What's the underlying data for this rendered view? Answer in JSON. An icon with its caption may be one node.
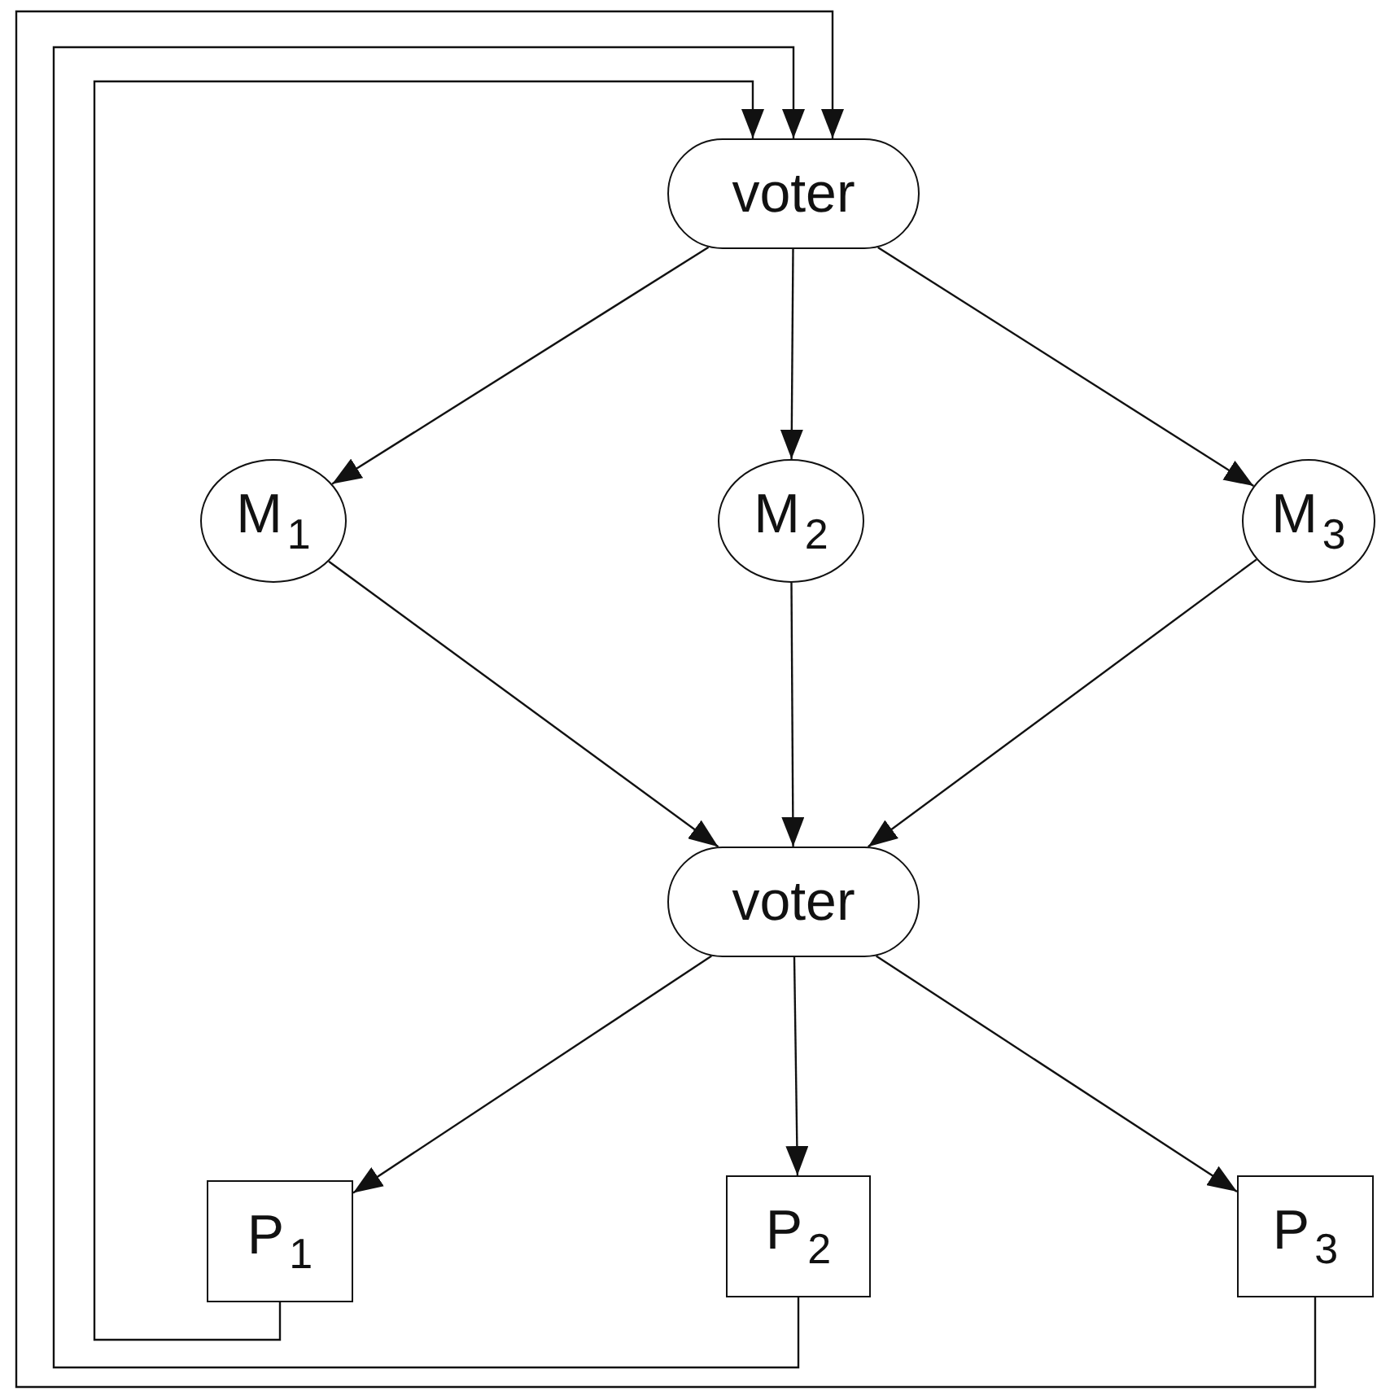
{
  "diagram": {
    "nodes": [
      {
        "text": [
          "voter"
        ]
      },
      {
        "text": [
          "M$_{1}$"
        ]
      },
      {
        "text": [
          "M$_{2}$"
        ]
      },
      {
        "text": [
          "M$_{3}$"
        ]
      },
      {
        "text": [
          "voter"
        ]
      },
      {
        "text": [
          "P$_{1}$"
        ]
      },
      {
        "text": [
          "P$_{2}$"
        ]
      },
      {
        "text": [
          "P$_{3}$"
        ]
      }
    ],
    "edges": [
      {
        "from": 0,
        "to": 1,
        "arrow": "to"
      },
      {
        "from": 0,
        "to": 2,
        "arrow": "to"
      },
      {
        "from": 0,
        "to": 3,
        "arrow": "to"
      },
      {
        "from": 1,
        "to": 4,
        "arrow": "to"
      },
      {
        "from": 2,
        "to": 4,
        "arrow": "to"
      },
      {
        "from": 3,
        "to": 4,
        "arrow": "to"
      },
      {
        "from": 4,
        "to": 5,
        "arrow": "to"
      },
      {
        "from": 4,
        "to": 6,
        "arrow": "to"
      },
      {
        "from": 4,
        "to": 7,
        "arrow": "to"
      },
      {
        "from": 5,
        "to": 0,
        "arrow": "to"
      },
      {
        "from": 6,
        "to": 0,
        "arrow": "to"
      },
      {
        "from": 7,
        "to": 0,
        "arrow": "to"
      }
    ]
  }
}
